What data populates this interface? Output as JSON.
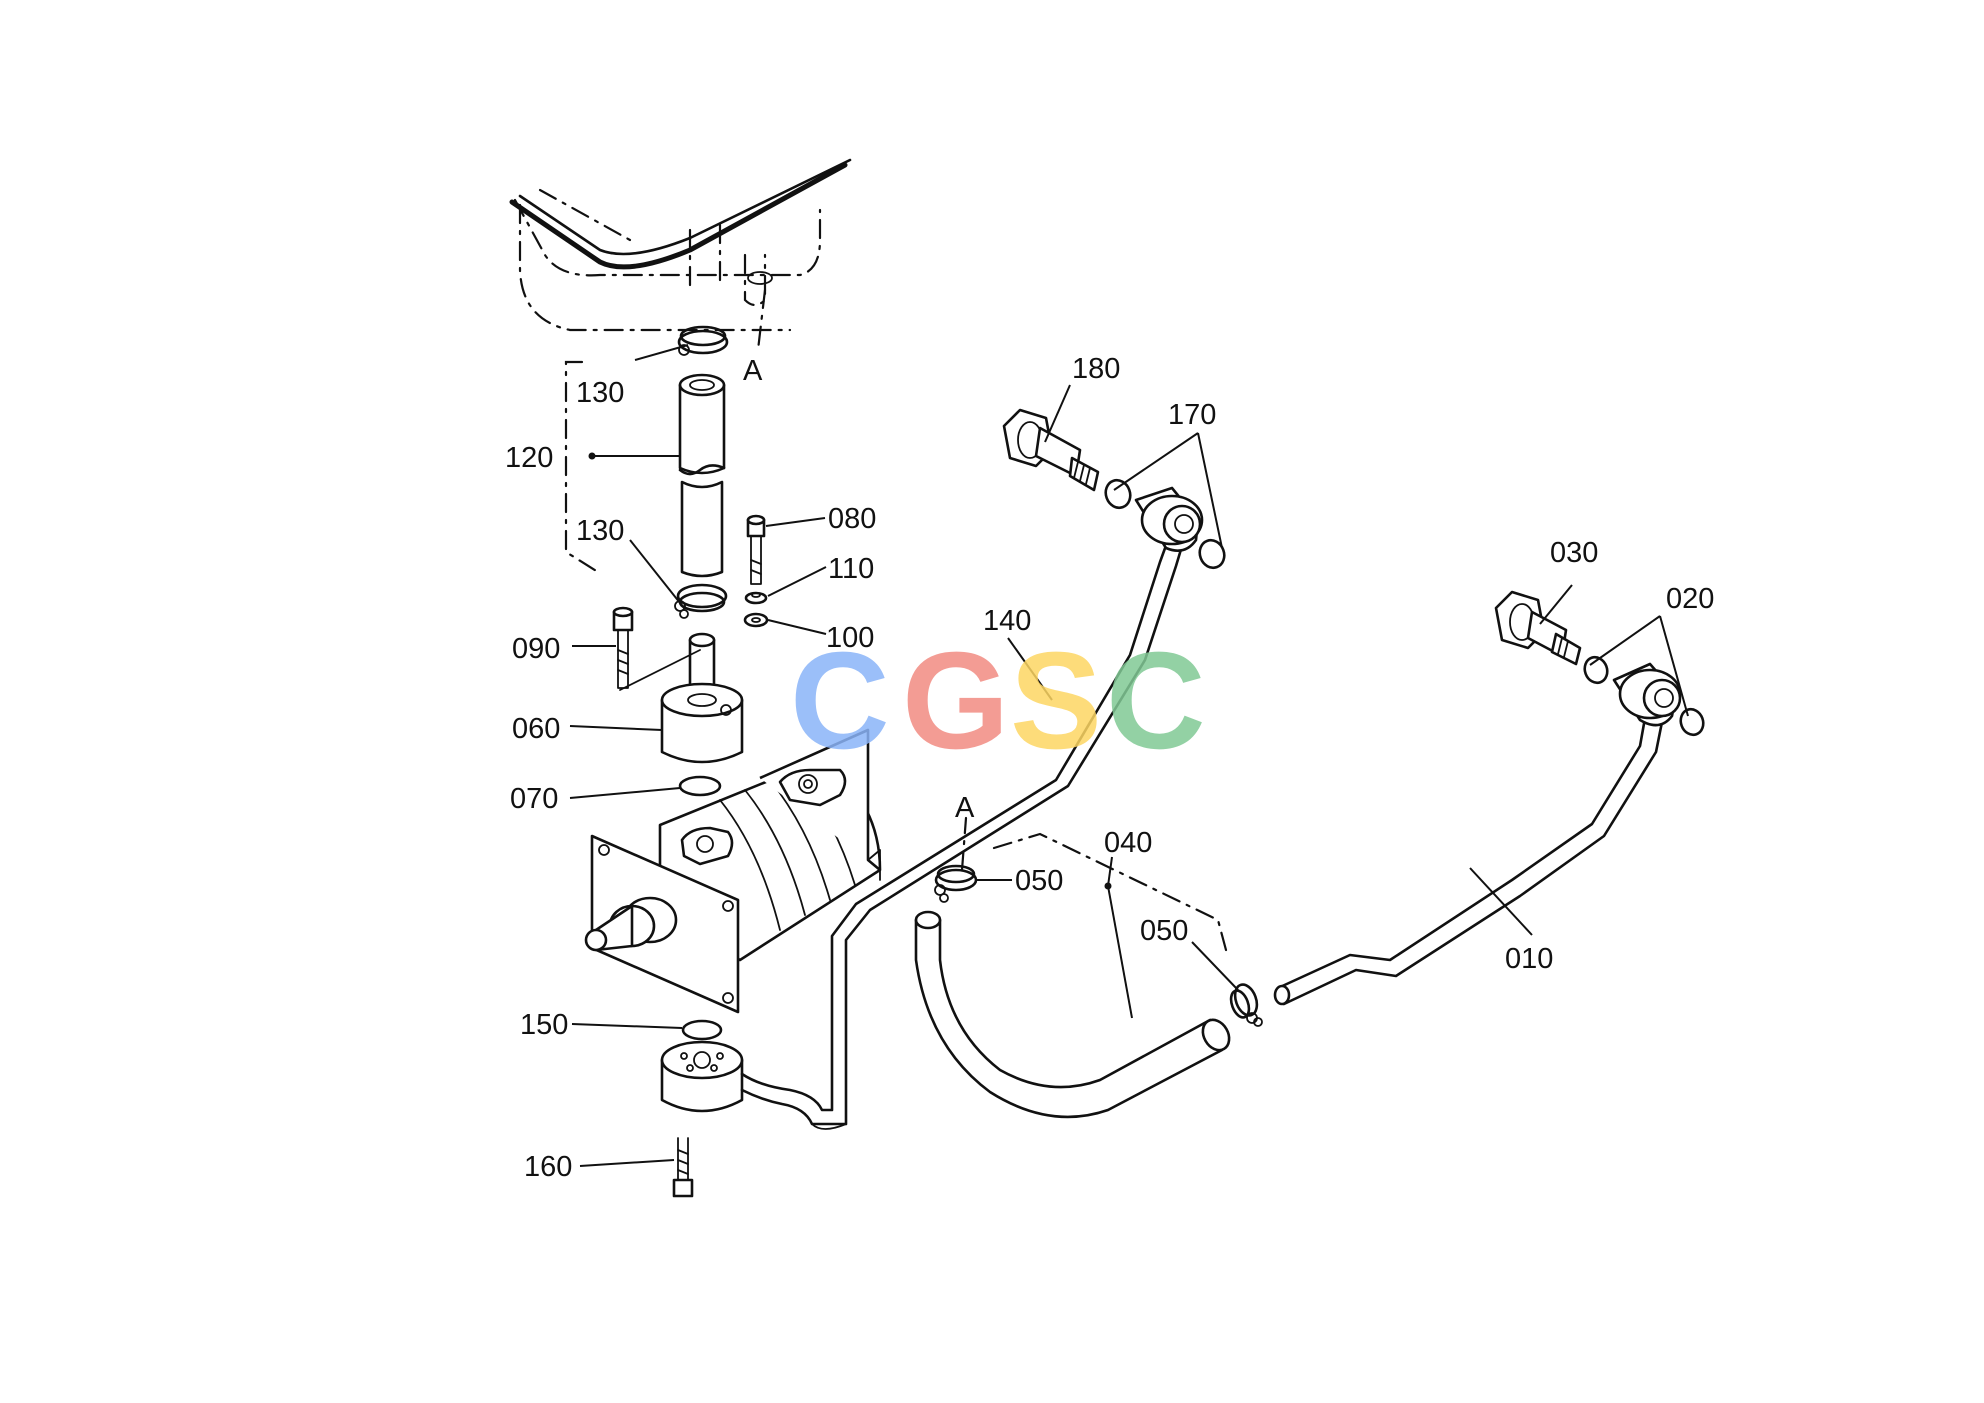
{
  "labels": {
    "p010": "010",
    "p020": "020",
    "p030": "030",
    "p040": "040",
    "p050a": "050",
    "p050b": "050",
    "p060": "060",
    "p070": "070",
    "p080": "080",
    "p090": "090",
    "p100": "100",
    "p110": "110",
    "p120": "120",
    "p130a": "130",
    "p130b": "130",
    "p140": "140",
    "p150": "150",
    "p160": "160",
    "p170": "170",
    "p180": "180",
    "refA_top": "A",
    "refA_bottom": "A"
  },
  "watermark": {
    "letters": [
      "C",
      "G",
      "S",
      "C"
    ],
    "colors": [
      "#8ab4f8",
      "#f28b82",
      "#fdd663",
      "#81c995"
    ]
  }
}
